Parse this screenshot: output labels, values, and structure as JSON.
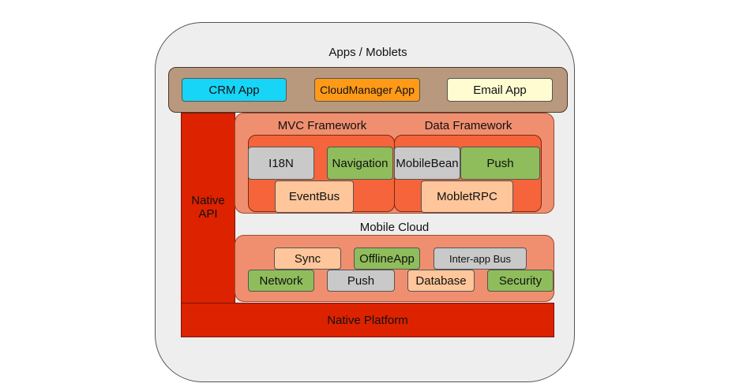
{
  "apps": {
    "title": "Apps / Moblets",
    "items": [
      "CRM App",
      "CloudManager App",
      "Email App"
    ]
  },
  "native_api": {
    "line1": "Native",
    "line2": "API"
  },
  "mvc": {
    "title": "MVC Framework",
    "items": [
      "I18N",
      "Navigation",
      "EventBus"
    ]
  },
  "data_fw": {
    "title": "Data Framework",
    "items": [
      "MobileBean",
      "Push",
      "MobletRPC"
    ]
  },
  "cloud": {
    "title": "Mobile Cloud",
    "row1": [
      "Sync",
      "OfflineApp",
      "Inter-app Bus"
    ],
    "row2": [
      "Network",
      "Push",
      "Database",
      "Security"
    ]
  },
  "native_platform": {
    "label": "Native Platform"
  },
  "colors": {
    "native": "#dd2200",
    "framework_band": "#f08f70",
    "framework_inner": "#f5643a",
    "apps_band": "#b8997e"
  }
}
